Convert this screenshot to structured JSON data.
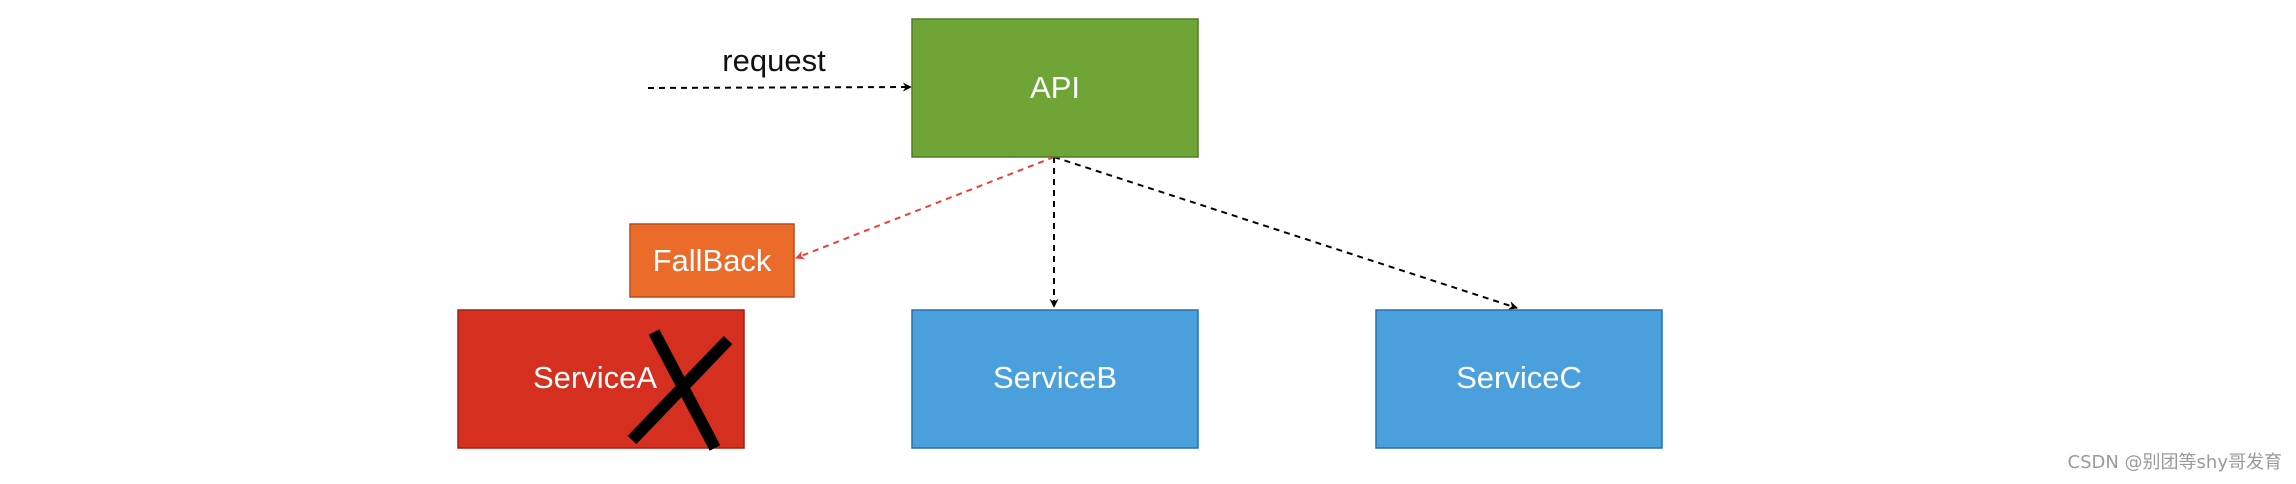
{
  "nodes": {
    "api": {
      "label": "API",
      "fill": "#6fa536",
      "stroke": "#507c24"
    },
    "fallback": {
      "label": "FallBack",
      "fill": "#eb6b2b",
      "stroke": "#b84c16"
    },
    "service_a": {
      "label": "ServiceA",
      "fill": "#d5301f",
      "stroke": "#a21f12",
      "status": "failed",
      "mark_icon": "cross-mark-icon"
    },
    "service_b": {
      "label": "ServiceB",
      "fill": "#4aa0dc",
      "stroke": "#2a6fa8"
    },
    "service_c": {
      "label": "ServiceC",
      "fill": "#4aa0dc",
      "stroke": "#2a6fa8"
    }
  },
  "edges": [
    {
      "from": "request",
      "to": "api",
      "label": "request",
      "style": "dashed",
      "color": "#000000"
    },
    {
      "from": "api",
      "to": "fallback",
      "label": "",
      "style": "dashed",
      "color": "#e8413a"
    },
    {
      "from": "api",
      "to": "service_b",
      "label": "",
      "style": "dashed",
      "color": "#000000"
    },
    {
      "from": "api",
      "to": "service_c",
      "label": "",
      "style": "dashed",
      "color": "#000000"
    }
  ],
  "watermark": "CSDN @别团等shy哥发育"
}
